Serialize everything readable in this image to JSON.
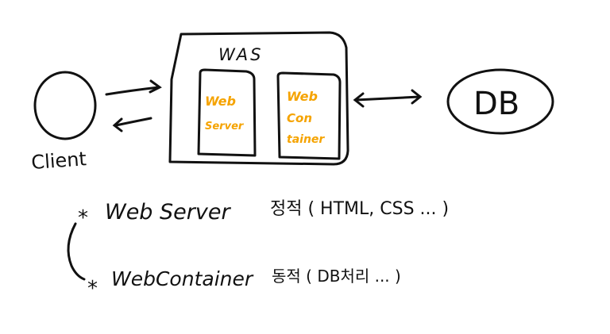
{
  "diagram": {
    "was_label": "WAS",
    "client_label": "Client",
    "db_label": "DB",
    "web_server_box": {
      "line1": "Web",
      "line2": "Server"
    },
    "web_container_box": {
      "line1": "Web",
      "line2": "Con",
      "line3": "tainer"
    },
    "notes": [
      {
        "bullet": "*",
        "term": "Web Server",
        "desc": "정적 ( HTML, CSS ... )"
      },
      {
        "bullet": "*",
        "term": "WebContainer",
        "desc": "동적 ( DB처리 ... )"
      }
    ],
    "colors": {
      "ink": "#111111",
      "accent": "#f5a300",
      "background": "#ffffff"
    }
  }
}
